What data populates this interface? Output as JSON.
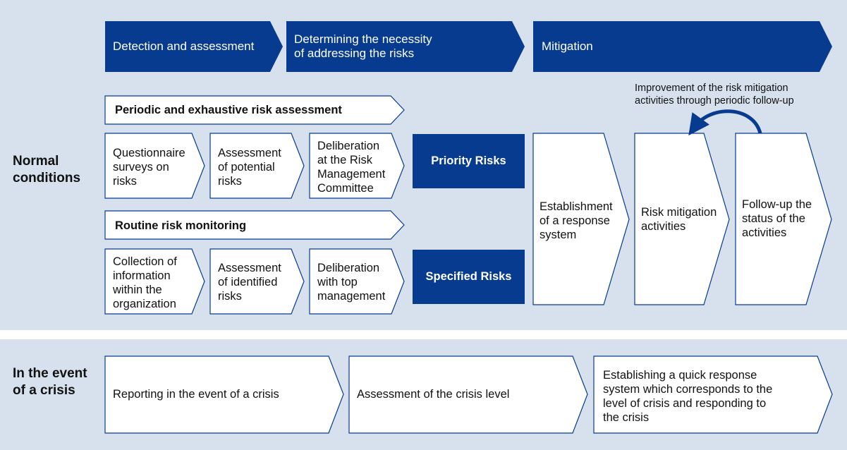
{
  "colors": {
    "navy": "#063b8f",
    "band": "#d7e1ed",
    "white": "#ffffff"
  },
  "header": {
    "stage1": "Detection and assessment",
    "stage2_line1": "Determining the necessity",
    "stage2_line2": "of addressing the risks",
    "stage3": "Mitigation"
  },
  "normal": {
    "label_line1": "Normal",
    "label_line2": "conditions",
    "periodic_title": "Periodic and exhaustive risk assessment",
    "routine_title": "Routine risk monitoring",
    "periodic_steps": [
      {
        "lines": [
          "Questionnaire",
          "surveys on",
          "risks"
        ]
      },
      {
        "lines": [
          "Assessment",
          "of potential",
          "risks"
        ]
      },
      {
        "lines": [
          "Deliberation",
          "at the Risk",
          "Management",
          "Committee"
        ]
      }
    ],
    "routine_steps": [
      {
        "lines": [
          "Collection of",
          "information",
          "within the",
          "organization"
        ]
      },
      {
        "lines": [
          "Assessment",
          "of identified",
          "risks"
        ]
      },
      {
        "lines": [
          "Deliberation",
          "with top",
          "management"
        ]
      }
    ],
    "priority_risks": "Priority Risks",
    "specified_risks": "Specified Risks",
    "mitigation_steps": [
      {
        "lines": [
          "Establishment",
          "of a response",
          "system"
        ]
      },
      {
        "lines": [
          "Risk mitigation",
          "activities"
        ]
      },
      {
        "lines": [
          "Follow-up the",
          "status of the",
          "activities"
        ]
      }
    ],
    "improvement_line1": "Improvement of the risk mitigation",
    "improvement_line2": "activities through periodic follow-up"
  },
  "crisis": {
    "label_line1": "In the event",
    "label_line2": "of a crisis",
    "steps": [
      {
        "lines": [
          "Reporting in the event of a crisis"
        ]
      },
      {
        "lines": [
          "Assessment of the crisis level"
        ]
      },
      {
        "lines": [
          "Establishing a quick response",
          "system which corresponds to the",
          "level of crisis and responding to",
          "the crisis"
        ]
      }
    ]
  }
}
